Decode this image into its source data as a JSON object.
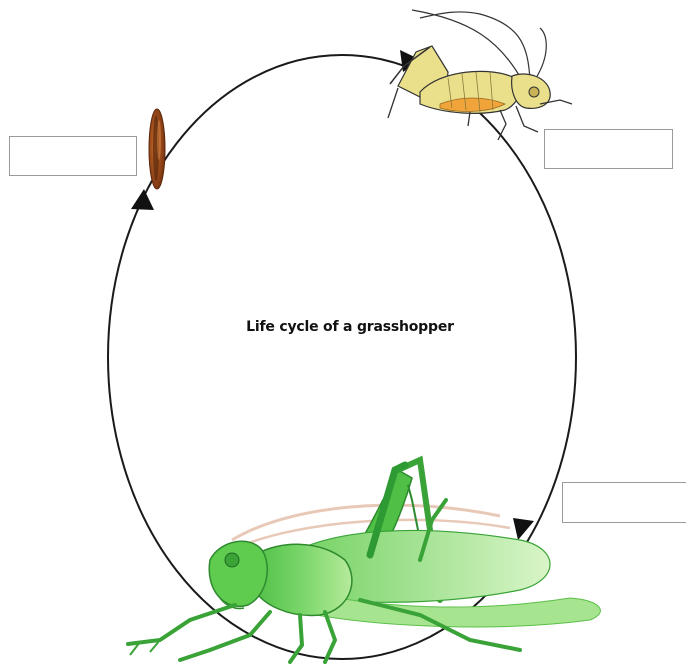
{
  "diagram": {
    "title": "Life cycle of a grasshopper",
    "stages": [
      {
        "id": "egg",
        "icon": "egg-icon",
        "label": ""
      },
      {
        "id": "nymph",
        "icon": "nymph-grasshopper-icon",
        "label": ""
      },
      {
        "id": "adult",
        "icon": "adult-grasshopper-icon",
        "label": ""
      }
    ],
    "colors": {
      "cycle_line": "#1a1a1a",
      "egg": "#9a4a1c",
      "nymph_body": "#e9df86",
      "nymph_belly": "#f0a43a",
      "adult_body": "#66cc55",
      "adult_dark": "#2e9a33",
      "antenna": "#e8c9b8"
    }
  }
}
